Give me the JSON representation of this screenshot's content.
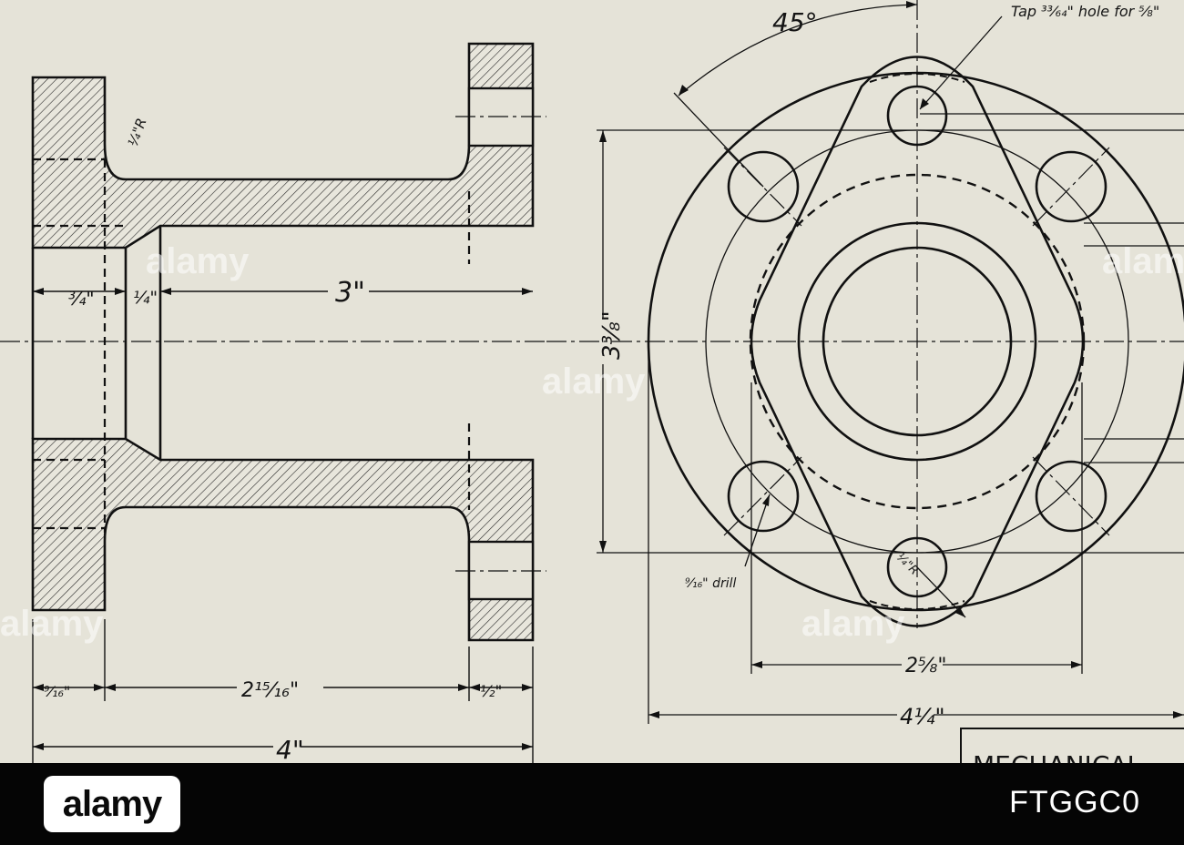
{
  "dimensions": {
    "fillet_radius": "¼\"R",
    "bore_left": "¾\"",
    "chamfer": "¼\"",
    "bore_length": "3\"",
    "left_flange": "⁹⁄₁₆\"",
    "hub_length": "2¹⁵⁄₁₆\"",
    "right_flange": "½\"",
    "overall_length": "4\"",
    "bolt_circle_height": "3⅜\"",
    "bolt_spacing": "2⅝\"",
    "flange_diameter": "4¼\"",
    "angle": "45°",
    "tap_note": "Tap ³³⁄₆₄\" hole for ⅝\"",
    "drill_note": "⁹⁄₁₆\" drill",
    "lug_radius": "¼\"R"
  },
  "title_block": {
    "label": "MECHANICAL"
  },
  "watermark": {
    "text": "alamy"
  },
  "footer": {
    "logo": "alamy",
    "image_id": "FTGGC0"
  }
}
